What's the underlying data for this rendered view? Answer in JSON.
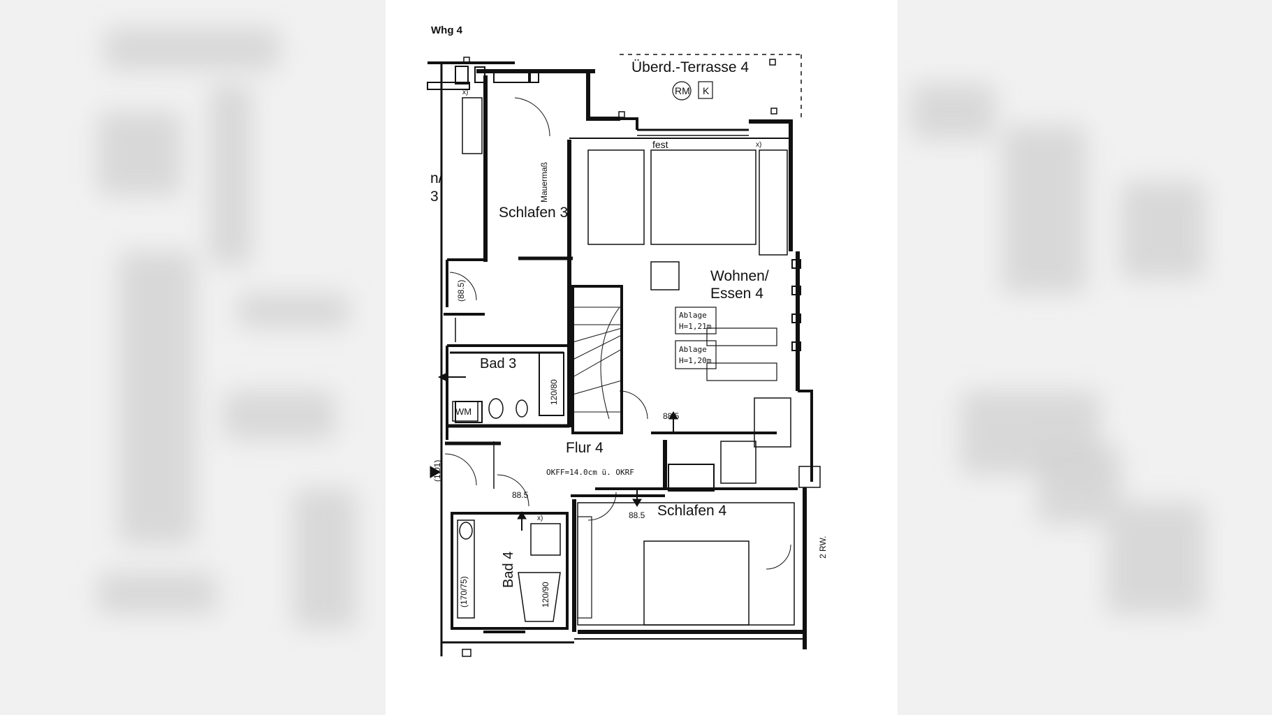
{
  "header": {
    "title": "Whg 4"
  },
  "rooms": {
    "terrace": "Überd.-Terrasse 4",
    "rm": "RM",
    "k": "K",
    "fixed": "fest",
    "bedroom3": "Schlafen 3",
    "wall_measure": "Mauermaß",
    "partial_top": "n/",
    "partial_bottom": "3",
    "living_line1": "Wohnen/",
    "living_line2": "Essen 4",
    "shelf1_label": "Ablage",
    "shelf1_height": "H=1,21m",
    "shelf2_label": "Ablage",
    "shelf2_height": "H=1,20m",
    "bath3": "Bad 3",
    "washer": "WM",
    "hall": "Flur 4",
    "floor_level": "OKFF=14.0cm ü. OKRF",
    "bedroom4": "Schlafen 4",
    "bath4": "Bad 4",
    "ribbed_radiator": "2 RW."
  },
  "dimensions": {
    "door_b3": "(88.5)",
    "shower_b3": "120/80",
    "door_living": "88.5",
    "door_entry": "(1.01)",
    "door_b4": "88.5",
    "door_s4": "88.5",
    "tub_b4": "(170/75)",
    "shower_b4": "120/90",
    "x_mark": "x)"
  },
  "colors": {
    "ink": "#111111",
    "paper": "#ffffff",
    "blur": "#d2d2d2"
  }
}
